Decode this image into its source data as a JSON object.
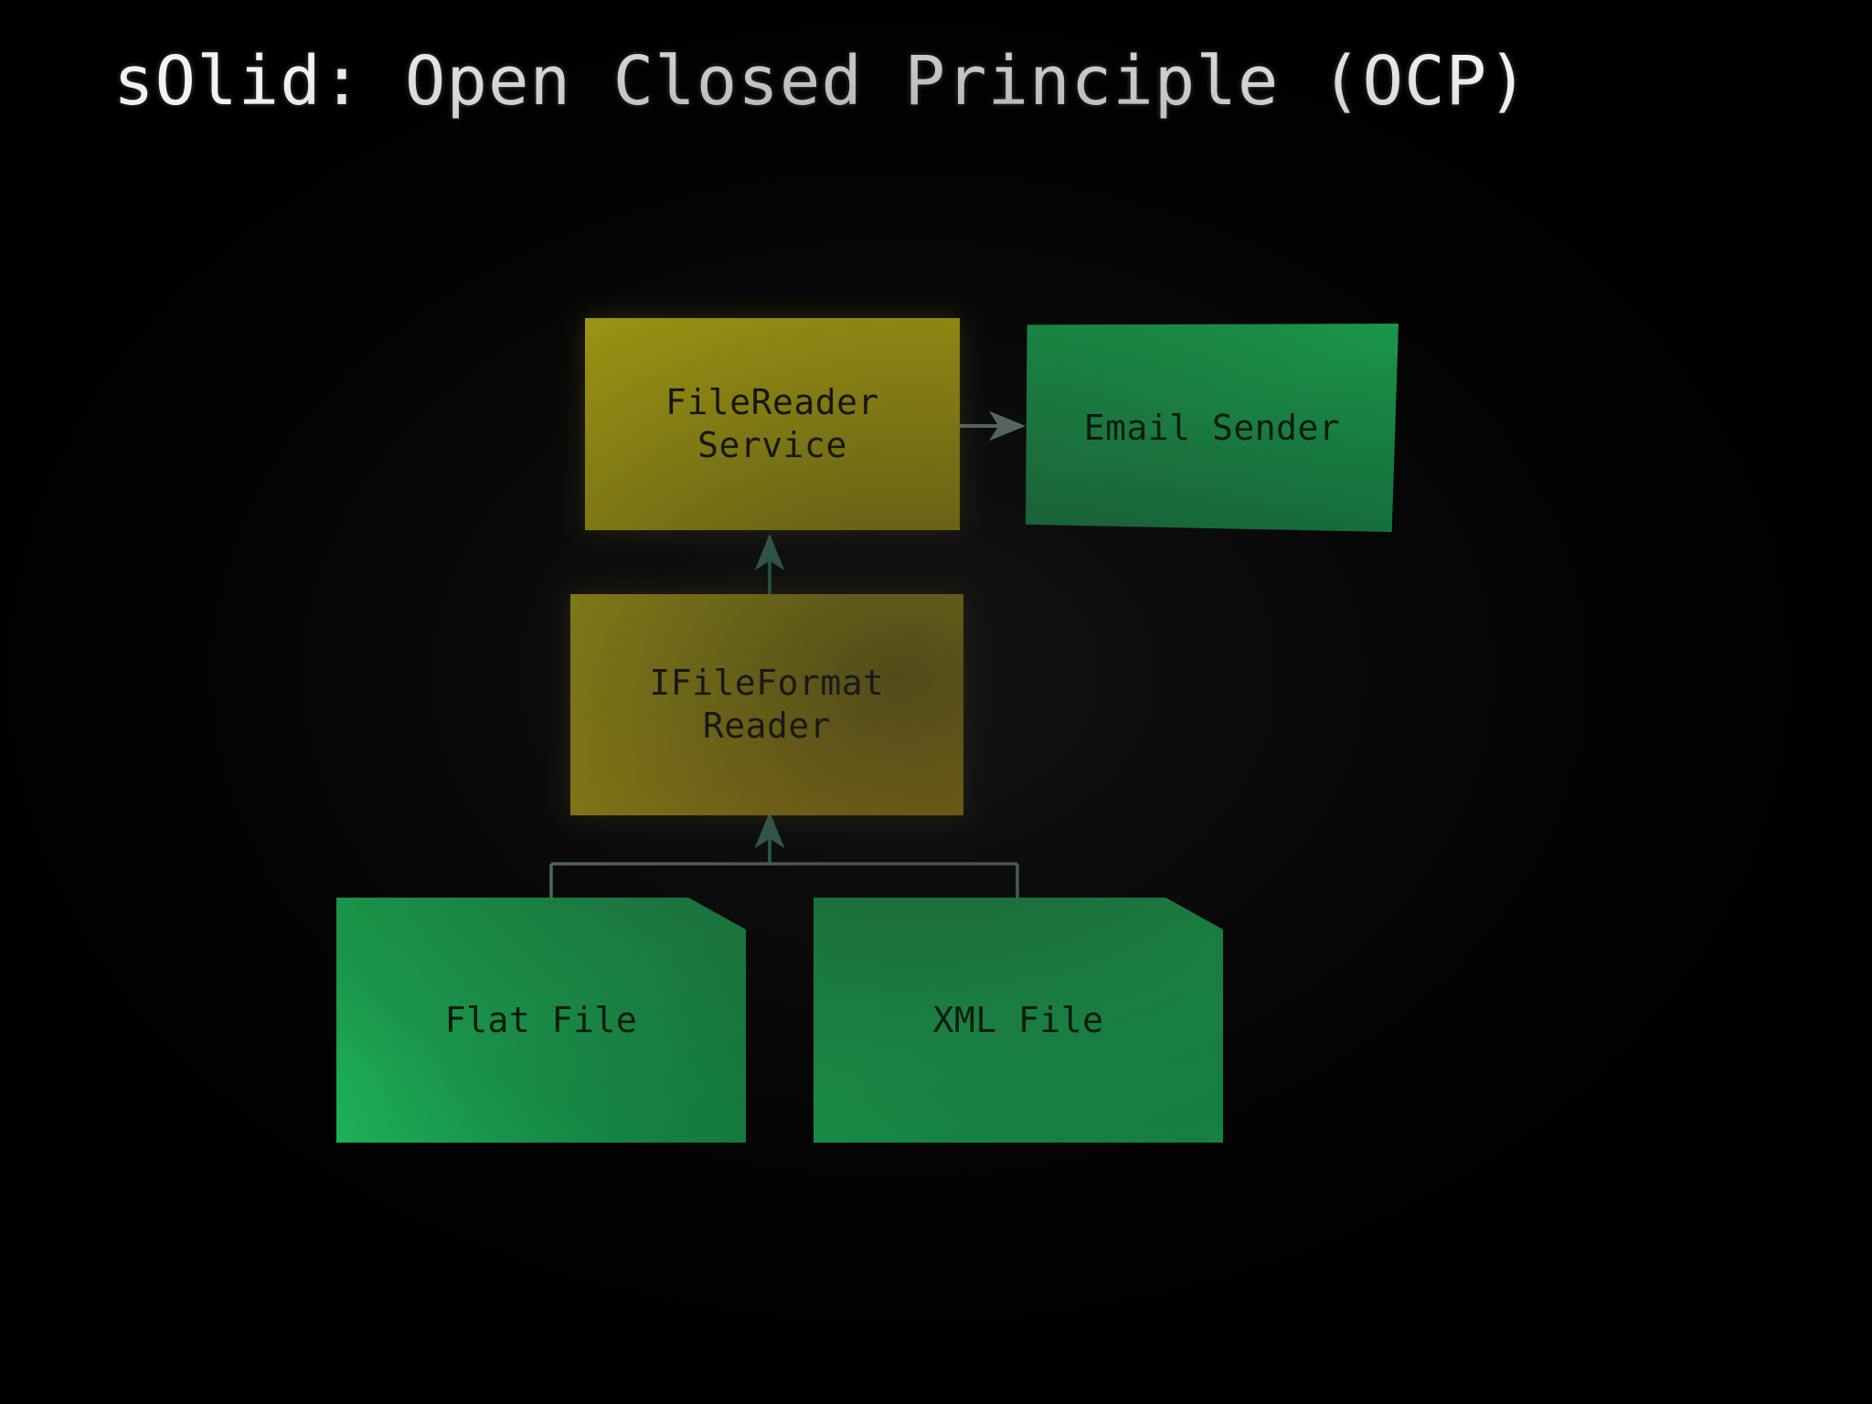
{
  "slide": {
    "title": "sOlid: Open Closed Principle (OCP)",
    "background_color": "#000000",
    "title_color": "#f2f2f2"
  },
  "palette": {
    "yellow_bright": "#faf015",
    "yellow_gold": "#f6c81a",
    "green": "#22dd6a",
    "connector": "#84b8a6",
    "text_dark": "#171a10"
  },
  "diagram": {
    "type": "class-diagram",
    "nodes": [
      {
        "id": "filereader-service",
        "label": "FileReader\nService",
        "shape": "rectangle",
        "color": "#faf015",
        "role": "service-class"
      },
      {
        "id": "email-sender",
        "label": "Email Sender",
        "shape": "skewed-rectangle",
        "color": "#22dd6a",
        "role": "collaborator"
      },
      {
        "id": "ifileformat-reader",
        "label": "IFileFormat\nReader",
        "shape": "rectangle",
        "color": "#f6c81a",
        "role": "interface"
      },
      {
        "id": "flat-file",
        "label": "Flat File",
        "shape": "folded-corner-document",
        "color": "#22dd6a",
        "role": "implementation"
      },
      {
        "id": "xml-file",
        "label": "XML File",
        "shape": "folded-corner-document",
        "color": "#22dd6a",
        "role": "implementation"
      }
    ],
    "edges": [
      {
        "id": "edge-service-to-email",
        "from": "filereader-service",
        "to": "email-sender",
        "kind": "association-arrow",
        "direction": "right"
      },
      {
        "id": "edge-interface-to-service",
        "from": "ifileformat-reader",
        "to": "filereader-service",
        "kind": "dependency-arrow",
        "direction": "up"
      },
      {
        "id": "edge-impls-to-interface",
        "from": "flat-file, xml-file",
        "to": "ifileformat-reader",
        "kind": "inheritance-bracket",
        "direction": "up"
      }
    ]
  }
}
